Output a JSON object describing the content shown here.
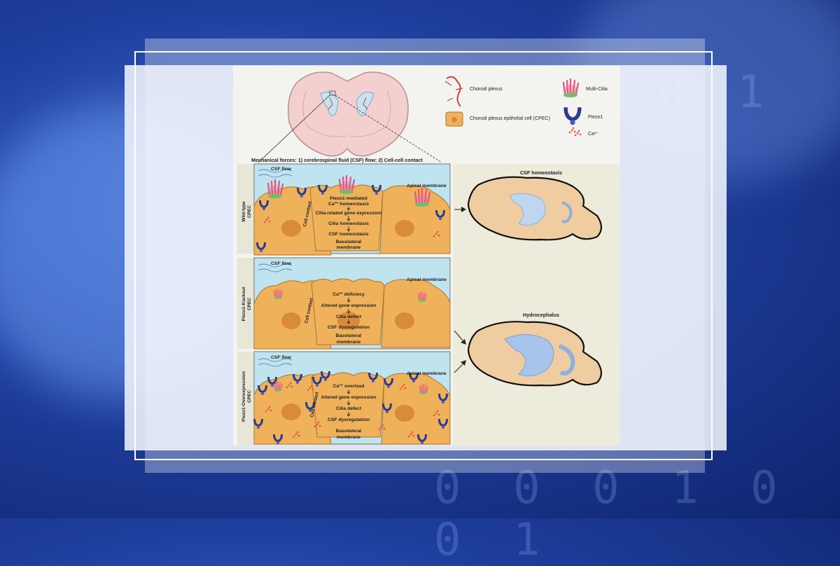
{
  "legend": {
    "choroid_plexus": "Choroid plexus",
    "multi_cilia": "Multi-Cilia",
    "cpec": "Choroid plexus epithelial cell (CPEC)",
    "piezo1": "Piezo1",
    "ca": "Ca²⁺"
  },
  "header": "Mechanical forces: 1) cerebrospinal fluid (CSF) flow; 2) Cell-cell contact",
  "common": {
    "csf_flow": "CSF flow",
    "apical": "Apical membrane",
    "basolateral": "Basolateral",
    "membrane": "membrane",
    "cell_contact": "Cell contact"
  },
  "rows": [
    {
      "label_1": "Wild-type",
      "label_2": "CPEC",
      "steps": [
        "Piezo1-mediated",
        "Ca²⁺ homeostasis",
        "Cilia-related gene expression",
        "Cilia homeostasis",
        "CSF homeostasis"
      ]
    },
    {
      "label_1": "Piezo1-Kockout",
      "label_2": "CPEC",
      "steps": [
        "Ca²⁺ deficiecy",
        "Altered gene expression",
        "Cilia defect",
        "CSF dysregulation"
      ]
    },
    {
      "label_1": "Piezo1-Overexpression",
      "label_2": "CPEC",
      "steps": [
        "Ca²⁺ overload",
        "Altered gene expression",
        "Cilia defect",
        "CSF dysregulation"
      ]
    }
  ],
  "outcomes": {
    "normal": "CSF homeostasis",
    "disease": "Hydrocephalus"
  },
  "background": {
    "digits_right": "0  1",
    "digits_bottom": "0 0 0   1 0 0 1"
  },
  "colors": {
    "cell": "#efb25a",
    "csf": "#bfe3ef",
    "piezo": "#2e3a8c",
    "cilia": "#e2557f"
  }
}
